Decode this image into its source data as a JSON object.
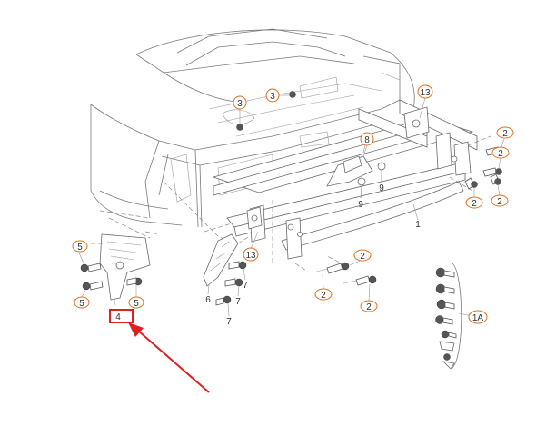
{
  "callouts": {
    "c3a": "3",
    "c3b": "3",
    "c13a": "13",
    "c13b": "13",
    "c2a": "2",
    "c2b": "2",
    "c2c": "2",
    "c2d": "2",
    "c2e": "2",
    "c2f": "2",
    "c8": "8",
    "c9a": "9",
    "c9b": "9",
    "c1": "1",
    "c5a": "5",
    "c5b": "5",
    "c5c": "5",
    "c4": "4",
    "c6": "6",
    "c7a": "7",
    "c7b": "7",
    "c7c": "7",
    "c1A": "1A"
  },
  "colors": {
    "callout_ring": "#e07020",
    "highlight_box": "#e02020",
    "arrow": "#e02020",
    "linework": "#7a7a7a"
  }
}
